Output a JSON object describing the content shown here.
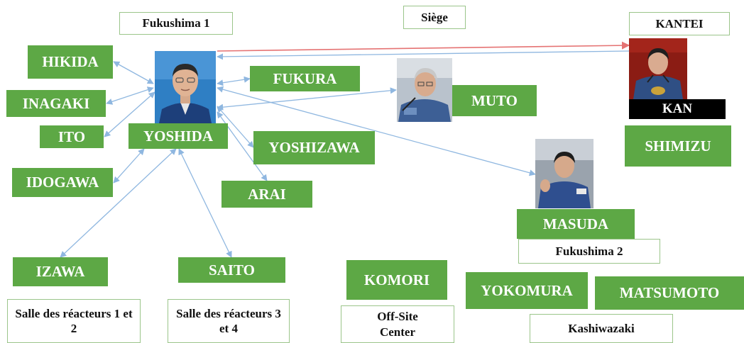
{
  "labels": {
    "fukushima1": "Fukushima 1",
    "siege": "Siège",
    "kantei": "KANTEI",
    "fukushima2": "Fukushima 2",
    "salle12": "Salle des réacteurs 1 et 2",
    "salle34": "Salle des réacteurs 3 et 4",
    "offsite": "Off-Site Center",
    "kashiwazaki": "Kashiwazaki"
  },
  "people": {
    "hikida": "HIKIDA",
    "inagaki": "INAGAKI",
    "ito": "ITO",
    "idogawa": "IDOGAWA",
    "yoshida": "YOSHIDA",
    "fukura": "FUKURA",
    "muto": "MUTO",
    "kan": "KAN",
    "shimizu": "SHIMIZU",
    "yoshizawa": "YOSHIZAWA",
    "arai": "ARAI",
    "masuda": "MASUDA",
    "izawa": "IZAWA",
    "saito": "SAITO",
    "komori": "KOMORI",
    "yokomura": "YOKOMURA",
    "matsumoto": "MATSUMOTO"
  },
  "edges": [
    {
      "from": "yoshida",
      "to": "hikida",
      "style": "blue"
    },
    {
      "from": "yoshida",
      "to": "inagaki",
      "style": "blue"
    },
    {
      "from": "yoshida",
      "to": "ito",
      "style": "blue"
    },
    {
      "from": "yoshida",
      "to": "idogawa",
      "style": "blue"
    },
    {
      "from": "yoshida",
      "to": "fukura",
      "style": "blue"
    },
    {
      "from": "yoshida",
      "to": "yoshizawa",
      "style": "blue"
    },
    {
      "from": "yoshida",
      "to": "arai",
      "style": "blue"
    },
    {
      "from": "yoshida",
      "to": "muto",
      "style": "blue"
    },
    {
      "from": "yoshida",
      "to": "masuda",
      "style": "blue"
    },
    {
      "from": "yoshida",
      "to": "izawa",
      "style": "blue"
    },
    {
      "from": "yoshida",
      "to": "saito",
      "style": "blue"
    },
    {
      "from": "yoshida",
      "to": "kan",
      "style": "red"
    },
    {
      "from": "kan",
      "to": "yoshida",
      "style": "blue"
    }
  ],
  "colors": {
    "node_green": "#5da845",
    "edge_blue": "#8fb7e0",
    "edge_red": "#e57373",
    "label_border": "#9bc58a"
  }
}
